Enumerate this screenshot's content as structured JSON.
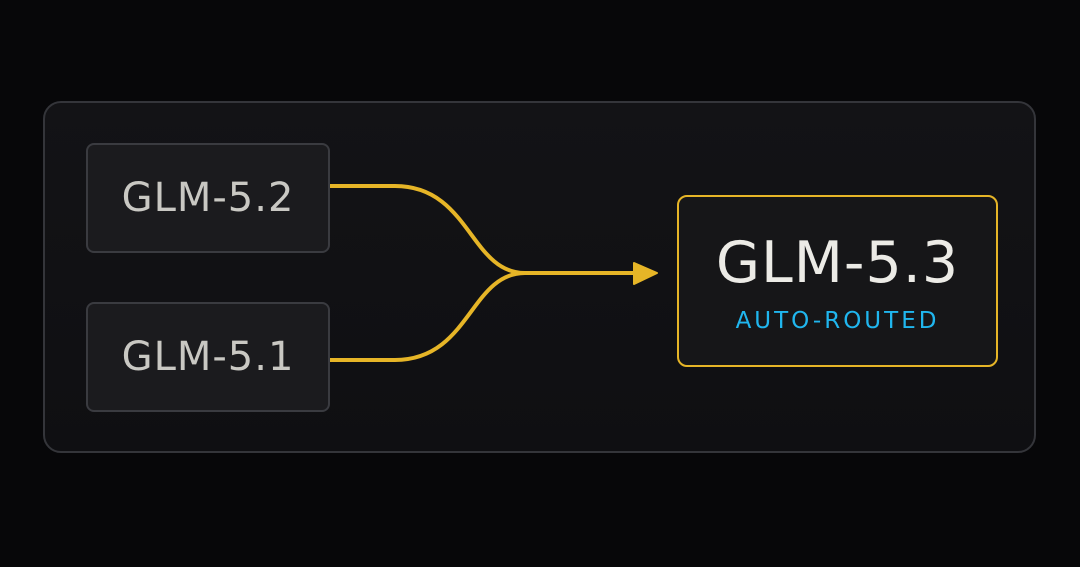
{
  "diagram": {
    "sources": [
      {
        "label": "GLM-5.2"
      },
      {
        "label": "GLM-5.1"
      }
    ],
    "target": {
      "label": "GLM-5.3",
      "sublabel": "AUTO-ROUTED"
    }
  },
  "colors": {
    "background": "#070709",
    "connector": "#e6b527",
    "target_border": "#e6b527",
    "sublabel": "#20b6ee"
  },
  "icons": {
    "arrow": "arrow-head-icon"
  }
}
